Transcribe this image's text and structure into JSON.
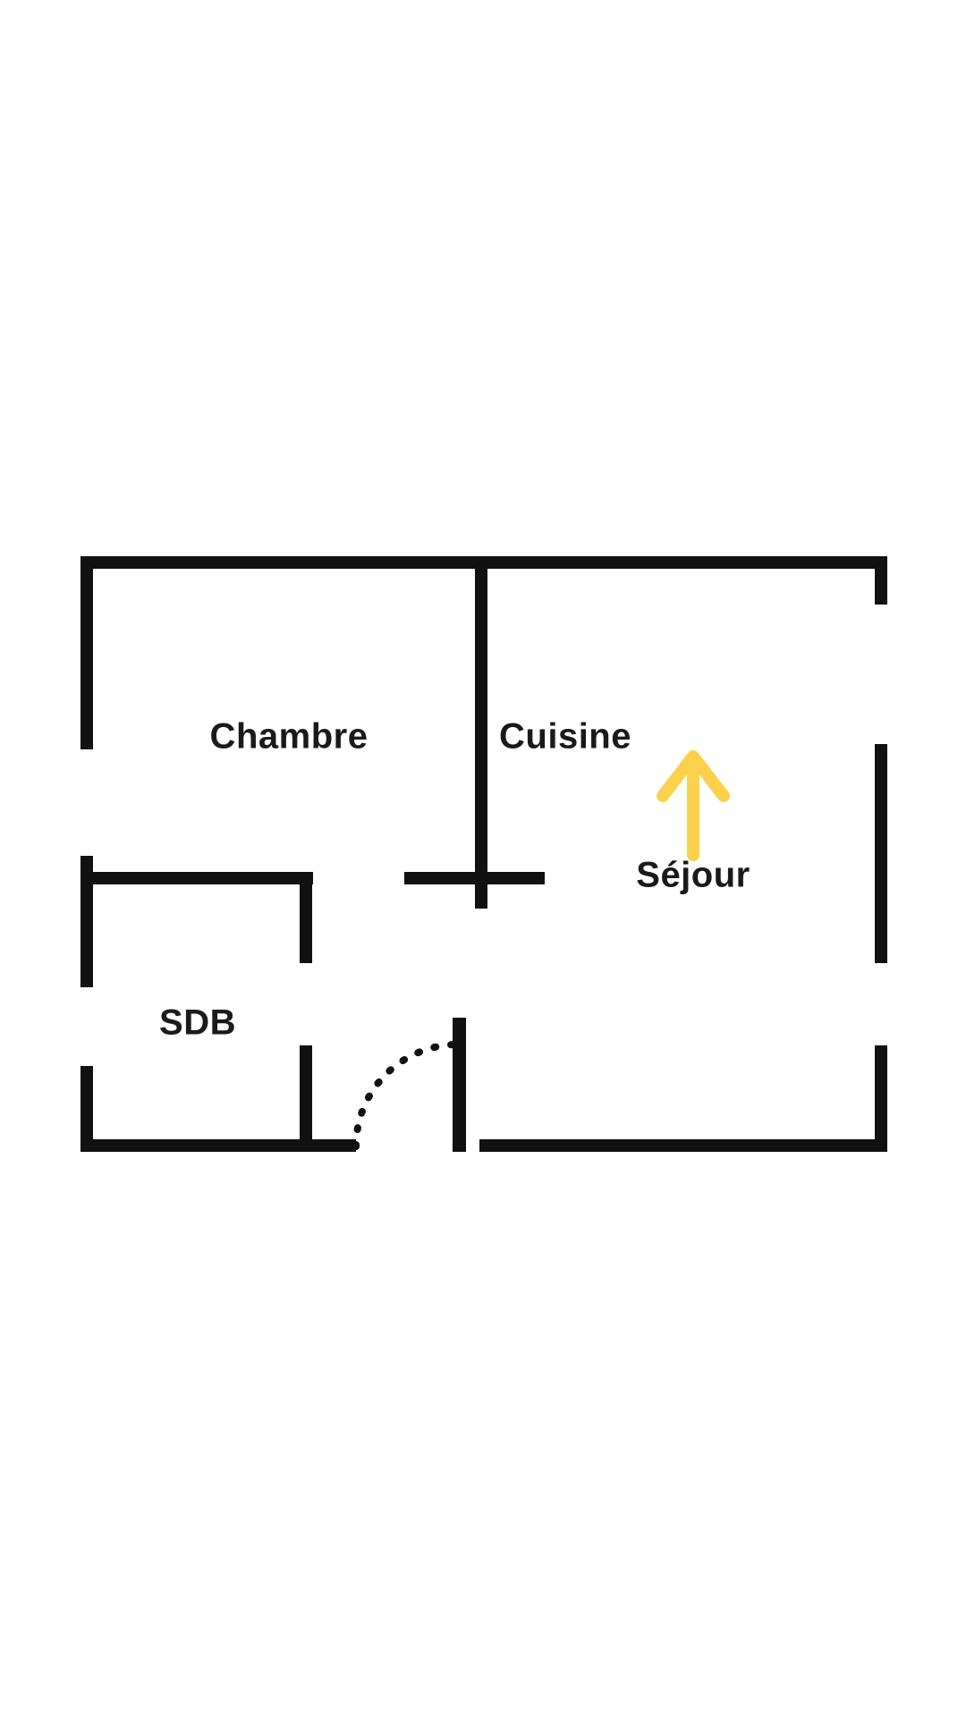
{
  "floorplan": {
    "labels": {
      "chambre": "Chambre",
      "cuisine": "Cuisine",
      "sejour": "Séjour",
      "sdb": "SDB"
    },
    "colors": {
      "wall": "#111111",
      "arrow": "#fbd14b",
      "text": "#1a1a1a",
      "background": "#ffffff"
    }
  }
}
